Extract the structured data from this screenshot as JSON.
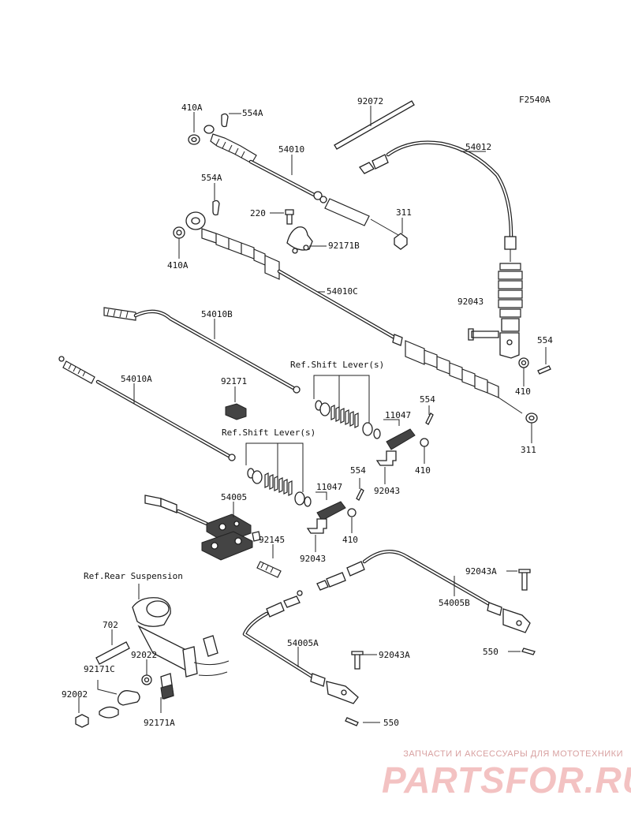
{
  "figure_code": "F2540A",
  "parts": {
    "p410A_1": "410A",
    "p554A_1": "554A",
    "p54010": "54010",
    "p92072": "92072",
    "p54012": "54012",
    "p554A_2": "554A",
    "p220": "220",
    "p311_1": "311",
    "p92171B": "92171B",
    "p410A_2": "410A",
    "p54010C": "54010C",
    "p92043_1": "92043",
    "p54010B": "54010B",
    "p554_1": "554",
    "p410_1": "410",
    "p311_2": "311",
    "p54010A": "54010A",
    "p92171": "92171",
    "p11047_1": "11047",
    "p554_2": "554",
    "p410_2": "410",
    "p92043_2": "92043",
    "p11047_2": "11047",
    "p554_3": "554",
    "p410_3": "410",
    "p92043_3": "92043",
    "p54005": "54005",
    "p92145": "92145",
    "p92043A_1": "92043A",
    "p54005B": "54005B",
    "p550_1": "550",
    "p702": "702",
    "p92022": "92022",
    "p92171C": "92171C",
    "p92002": "92002",
    "p92171A": "92171A",
    "p54005A": "54005A",
    "p92043A_2": "92043A",
    "p550_2": "550"
  },
  "refs": {
    "shift_lever_1": "Ref.Shift Lever(s)",
    "shift_lever_2": "Ref.Shift Lever(s)",
    "rear_suspension": "Ref.Rear Suspension"
  },
  "watermark": {
    "tagline": "ЗАПЧАСТИ И АКСЕССУАРЫ ДЛЯ МОТОТЕХНИКИ",
    "logo": "PARTSFOR.RU"
  }
}
